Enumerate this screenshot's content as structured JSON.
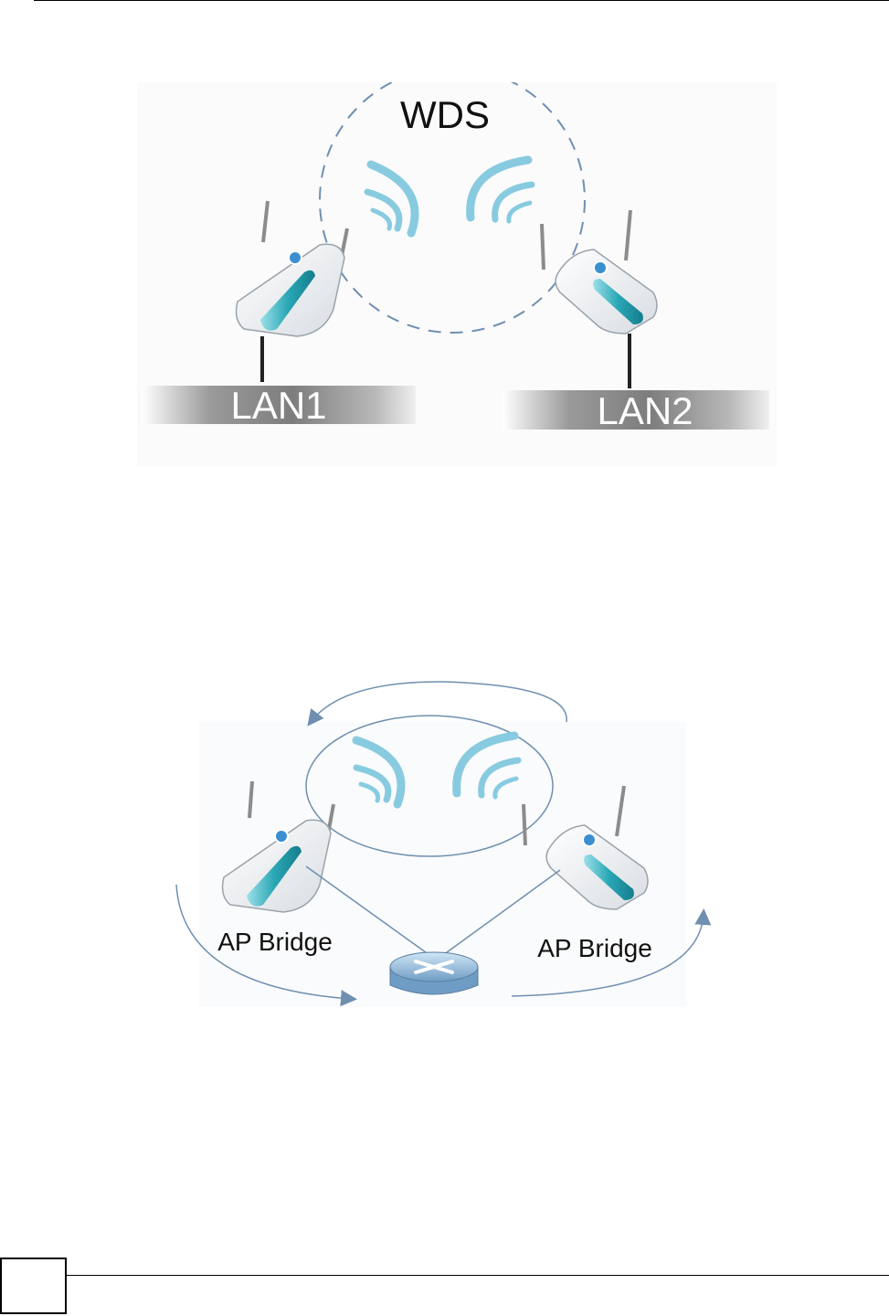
{
  "figure1": {
    "cloud_label": "WDS",
    "lan_left": "LAN1",
    "lan_right": "LAN2"
  },
  "figure2": {
    "bridge_left": "AP Bridge",
    "bridge_right": "AP Bridge"
  },
  "colors": {
    "accent_teal": "#2aa7b6",
    "link_blue": "#6f8fb0"
  }
}
